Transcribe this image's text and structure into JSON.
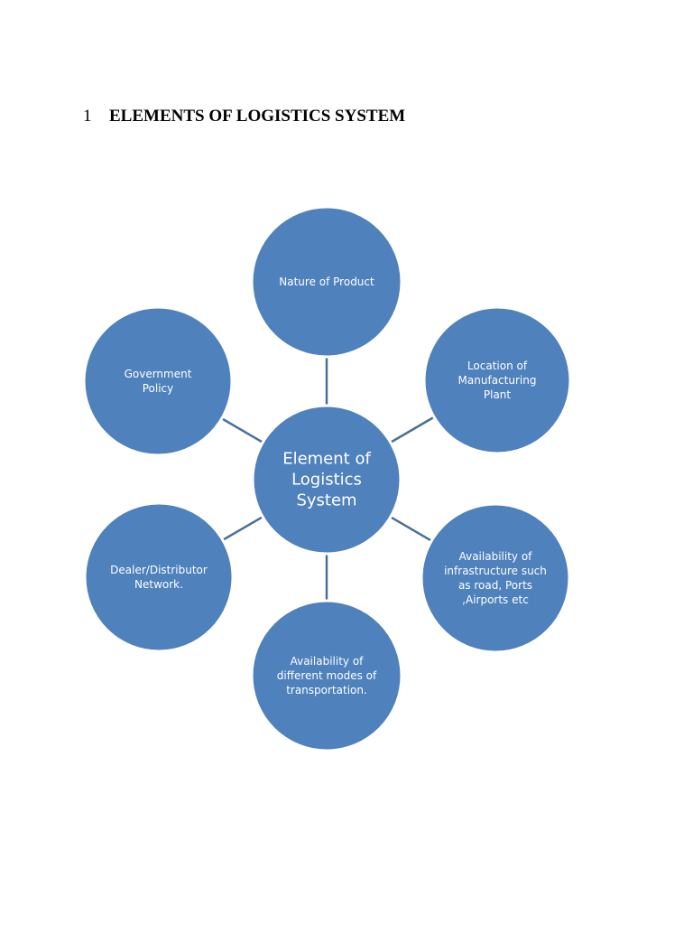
{
  "heading": {
    "number": "1",
    "title": "ELEMENTS OF LOGISTICS SYSTEM"
  },
  "diagram": {
    "center": {
      "lines": [
        "Element of",
        "Logistics",
        "System"
      ]
    },
    "nodes": [
      {
        "id": "nature-of-product",
        "lines": [
          "Nature of Product"
        ]
      },
      {
        "id": "location-of-manufacturing-plant",
        "lines": [
          "Location of",
          "Manufacturing",
          "Plant"
        ]
      },
      {
        "id": "availability-of-infrastructure",
        "lines": [
          "Availability of",
          "infrastructure such",
          "as road, Ports",
          ",Airports etc"
        ]
      },
      {
        "id": "availability-of-transport-modes",
        "lines": [
          "Availability of",
          "different modes of",
          "transportation."
        ]
      },
      {
        "id": "dealer-distributor-network",
        "lines": [
          "Dealer/Distributor",
          "Network."
        ]
      },
      {
        "id": "government-policy",
        "lines": [
          "Government",
          "Policy"
        ]
      }
    ],
    "colors": {
      "fill": "#4f81bd",
      "stroke": "#ffffff",
      "connector": "#4a6f9b",
      "text": "#ffffff"
    }
  }
}
